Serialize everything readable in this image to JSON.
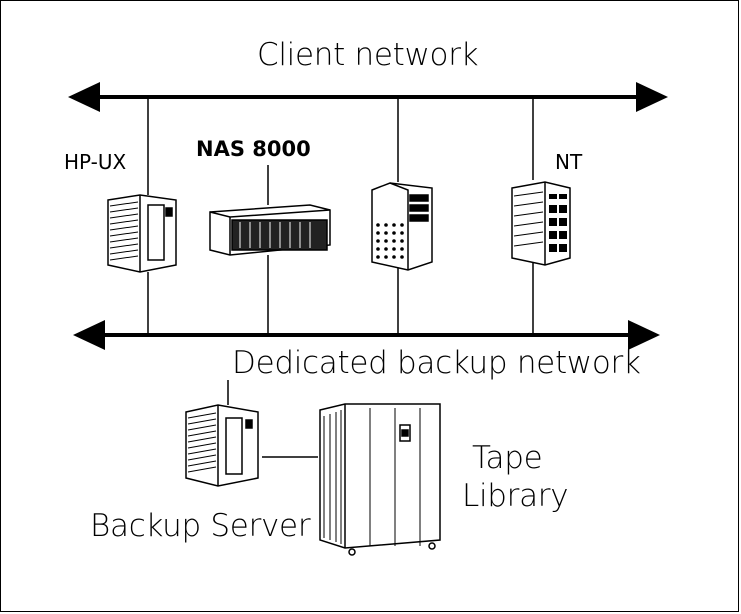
{
  "networks": {
    "client": "Client network",
    "backup": "Dedicated backup network"
  },
  "devices": {
    "hpux": "HP-UX",
    "nas": "NAS 8000",
    "nt": "NT",
    "backup_server": "Backup Server",
    "tape_library_line1": "Tape",
    "tape_library_line2": "Library"
  }
}
